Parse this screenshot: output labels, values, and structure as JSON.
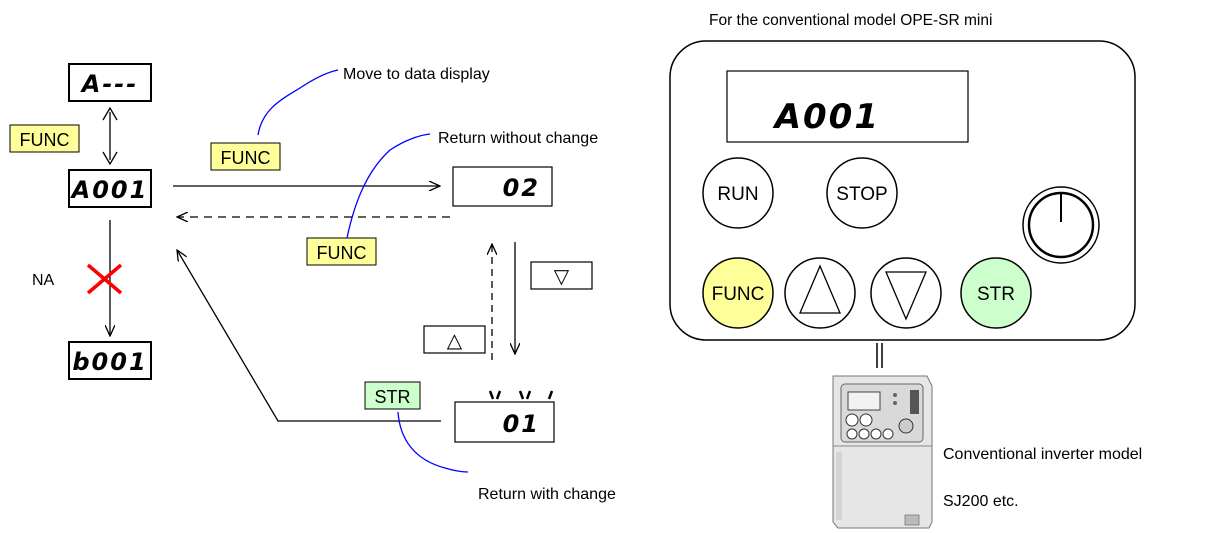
{
  "left_diagram": {
    "displays": {
      "group": "A---",
      "code_a001": "A001",
      "code_b001": "b001",
      "data_02": "02",
      "data_01": "01"
    },
    "keys": {
      "func_1": "FUNC",
      "func_2": "FUNC",
      "func_3": "FUNC",
      "str": "STR",
      "up_symbol": "△",
      "down_symbol": "▽"
    },
    "annotations": {
      "move_to_data": "Move to data display",
      "return_without_change": "Return without change",
      "return_with_change": "Return with change",
      "na": "NA"
    },
    "colors": {
      "func_key": "#ffff99",
      "str_key": "#ccffcc",
      "callout_line": "#0000ff",
      "na_cross": "#ff0000"
    }
  },
  "operator_panel": {
    "title": "For the conventional model OPE-SR mini",
    "display": "A001",
    "buttons": {
      "run": "RUN",
      "stop": "STOP",
      "func": "FUNC",
      "str": "STR",
      "up_icon": "triangle-up-icon",
      "down_icon": "triangle-down-icon",
      "pot_icon": "potentiometer-knob-icon"
    },
    "colors": {
      "func_button": "#ffff99",
      "str_button": "#ccffcc"
    }
  },
  "inverter": {
    "label_line1": "Conventional inverter model",
    "label_line2": "SJ200 etc."
  }
}
